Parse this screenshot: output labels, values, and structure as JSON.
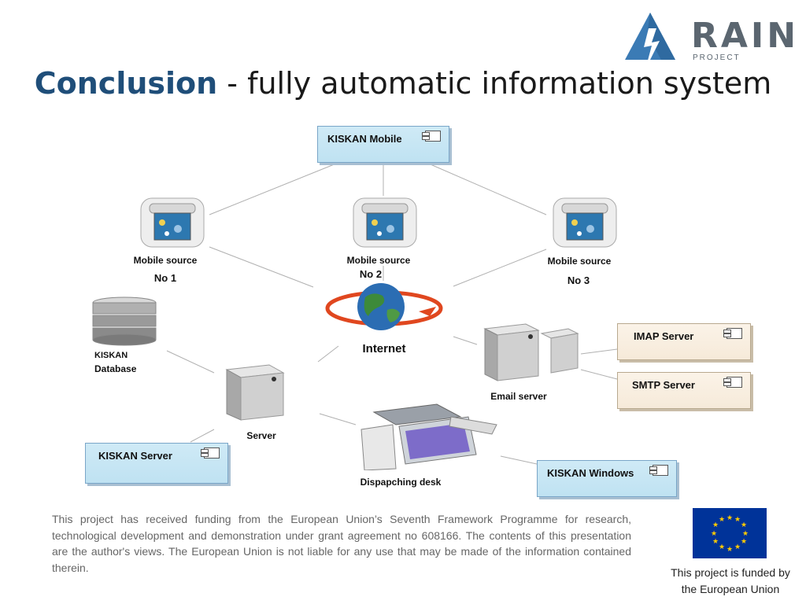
{
  "logo": {
    "name": "RAIN",
    "sub": "PROJECT",
    "accent": "#3b7bb5"
  },
  "title": {
    "highlight": "Conclusion",
    "rest": " - fully automatic information system",
    "highlight_color": "#1f4e79"
  },
  "diagram": {
    "kiskan_mobile": "KISKAN Mobile",
    "mobile1_line1": "Mobile source",
    "mobile1_line2": "No 1",
    "mobile2_line1": "Mobile source",
    "mobile2_line2": "No 2",
    "mobile3_line1": "Mobile source",
    "mobile3_line2": "No 3",
    "internet": "Internet",
    "database_line1": "KISKAN",
    "database_line2": "Database",
    "server": "Server",
    "kiskan_server": "KISKAN Server",
    "email_server": "Email server",
    "imap_server": "IMAP Server",
    "smtp_server": "SMTP Server",
    "dispatching_desk": "Dispapching desk",
    "kiskan_windows": "KISKAN Windows"
  },
  "footer": "This project has received funding from the European Union’s Seventh Framework Programme for research, technological development and demonstration under grant agreement no 608166. The contents of this presentation are the author's views. The European Union is not liable for any use that may be made of the information contained therein.",
  "eu": {
    "line1": "This project is funded by",
    "line2": "the European Union",
    "flag_color": "#003399",
    "star_color": "#ffcc00"
  }
}
